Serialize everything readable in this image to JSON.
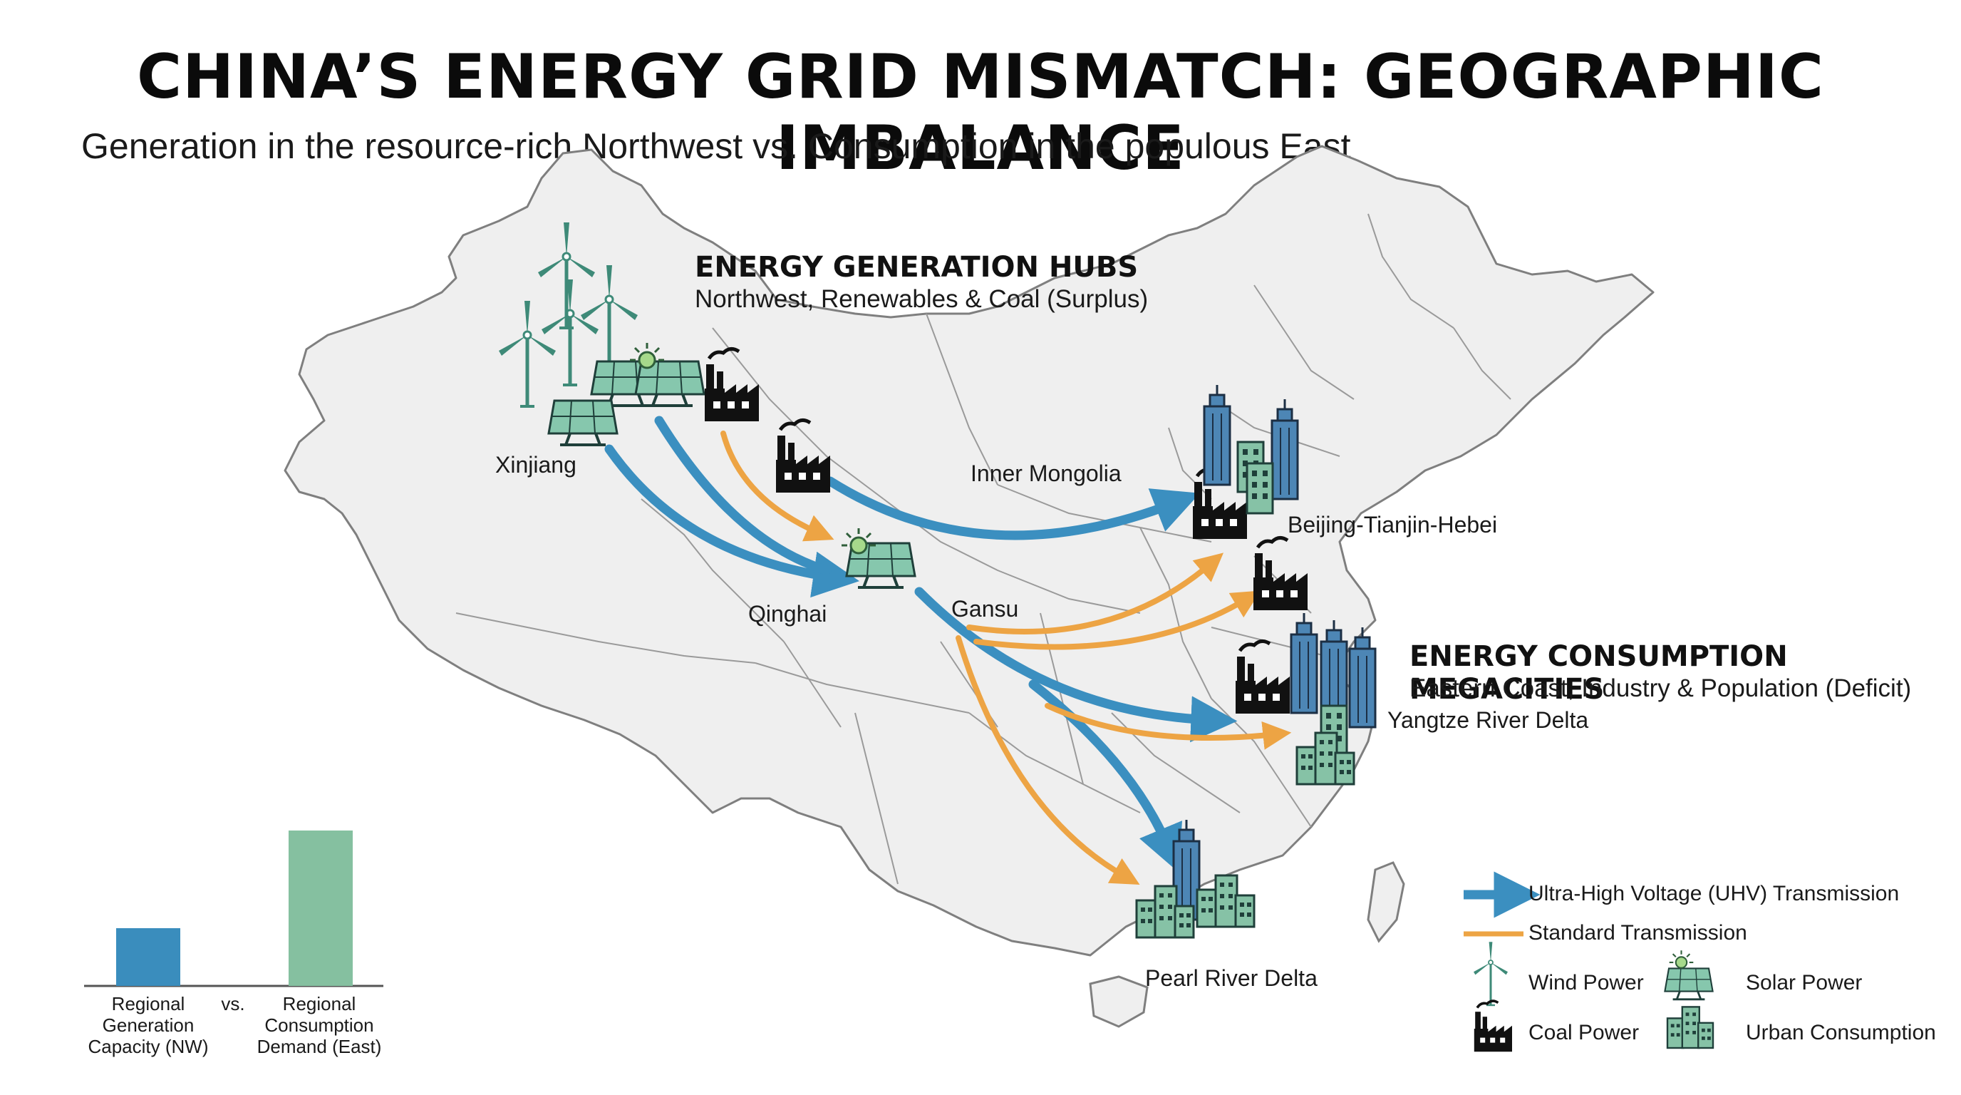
{
  "title": "CHINA’S ENERGY GRID MISMATCH: GEOGRAPHIC IMBALANCE",
  "subtitle": "Generation in the resource-rich Northwest vs. Consumption in the populous East",
  "generation_hubs": {
    "heading": "ENERGY GENERATION HUBS",
    "subheading": "Northwest, Renewables & Coal (Surplus)"
  },
  "consumption_megacities": {
    "heading": "ENERGY CONSUMPTION MEGACITIES",
    "subheading": "Eastern Coast, Industry & Population (Deficit)"
  },
  "regions": {
    "xinjiang": "Xinjiang",
    "inner_mongolia": "Inner Mongolia",
    "qinghai": "Qinghai",
    "gansu": "Gansu",
    "beijing": "Beijing-Tianjin-Hebei",
    "yangtze": "Yangtze River Delta",
    "pearl": "Pearl River Delta"
  },
  "legend": {
    "uhv": "Ultra-High Voltage (UHV) Transmission",
    "standard": "Standard Transmission",
    "wind": "Wind Power",
    "solar": "Solar Power",
    "coal": "Coal Power",
    "urban": "Urban Consumption"
  },
  "comparison": {
    "generation_label": "Regional Generation Capacity (NW)",
    "vs_label": "vs.",
    "consumption_label": "Regional Consumption Demand (East)",
    "generation_color": "#3a8dbd",
    "consumption_color": "#85c0a0"
  },
  "colors": {
    "uhv": "#3b8fc0",
    "standard": "#eda444",
    "map_fill": "#efefef",
    "map_stroke": "#8f8f8f",
    "wind": "#3e8a78",
    "solar_panel": "#7fc4ab",
    "building": "#4d86b5",
    "building_green": "#86c2a6"
  }
}
